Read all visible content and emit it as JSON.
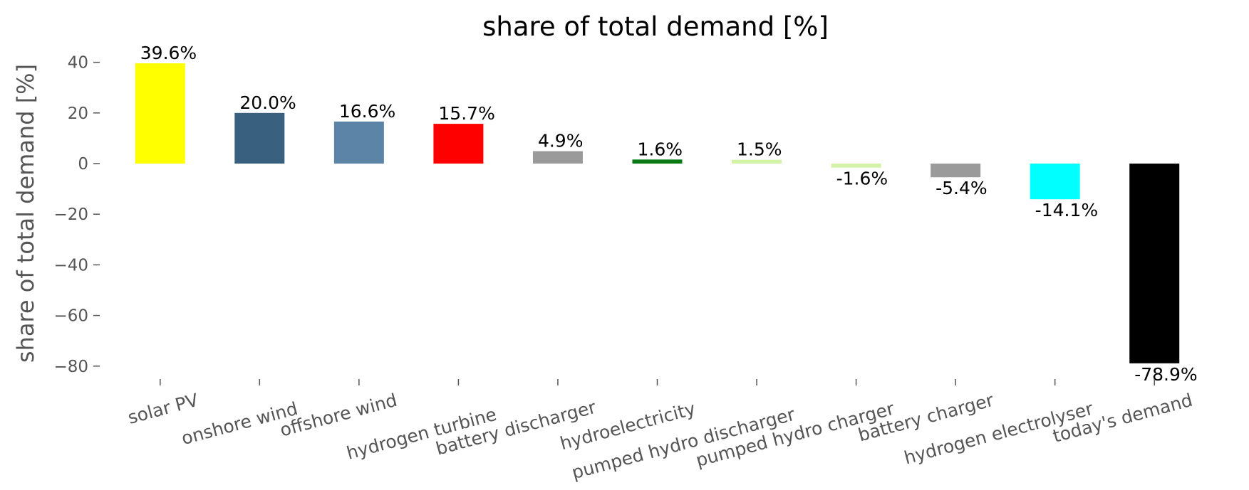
{
  "chart_data": {
    "type": "bar",
    "title": "share of total demand [%]",
    "xlabel": "",
    "ylabel": "share of total demand [%]",
    "ylim": [
      -86,
      48
    ],
    "yticks": [
      40,
      20,
      0,
      -20,
      -40,
      -60,
      -80
    ],
    "ytick_labels": [
      "40",
      "20",
      "0",
      "−20",
      "−40",
      "−60",
      "−80"
    ],
    "grid": false,
    "categories": [
      "solar PV",
      "onshore wind",
      "offshore wind",
      "hydrogen turbine",
      "battery discharger",
      "hydroelectricity",
      "pumped hydro discharger",
      "pumped hydro charger",
      "battery charger",
      "hydrogen electrolyser",
      "today's demand"
    ],
    "values": [
      39.6,
      20.0,
      16.6,
      15.7,
      4.9,
      1.6,
      1.5,
      -1.6,
      -5.4,
      -14.1,
      -78.9
    ],
    "data_labels": [
      "39.6%",
      "20.0%",
      "16.6%",
      "15.7%",
      "4.9%",
      "1.6%",
      "1.5%",
      "-1.6%",
      "-5.4%",
      "-14.1%",
      "-78.9%"
    ],
    "colors": [
      "#ffff00",
      "#3a6080",
      "#5b84a6",
      "#ff0000",
      "#9a9a9a",
      "#0a7a14",
      "#d2f2a6",
      "#d2f2a6",
      "#9a9a9a",
      "#00ffff",
      "#000000"
    ]
  }
}
